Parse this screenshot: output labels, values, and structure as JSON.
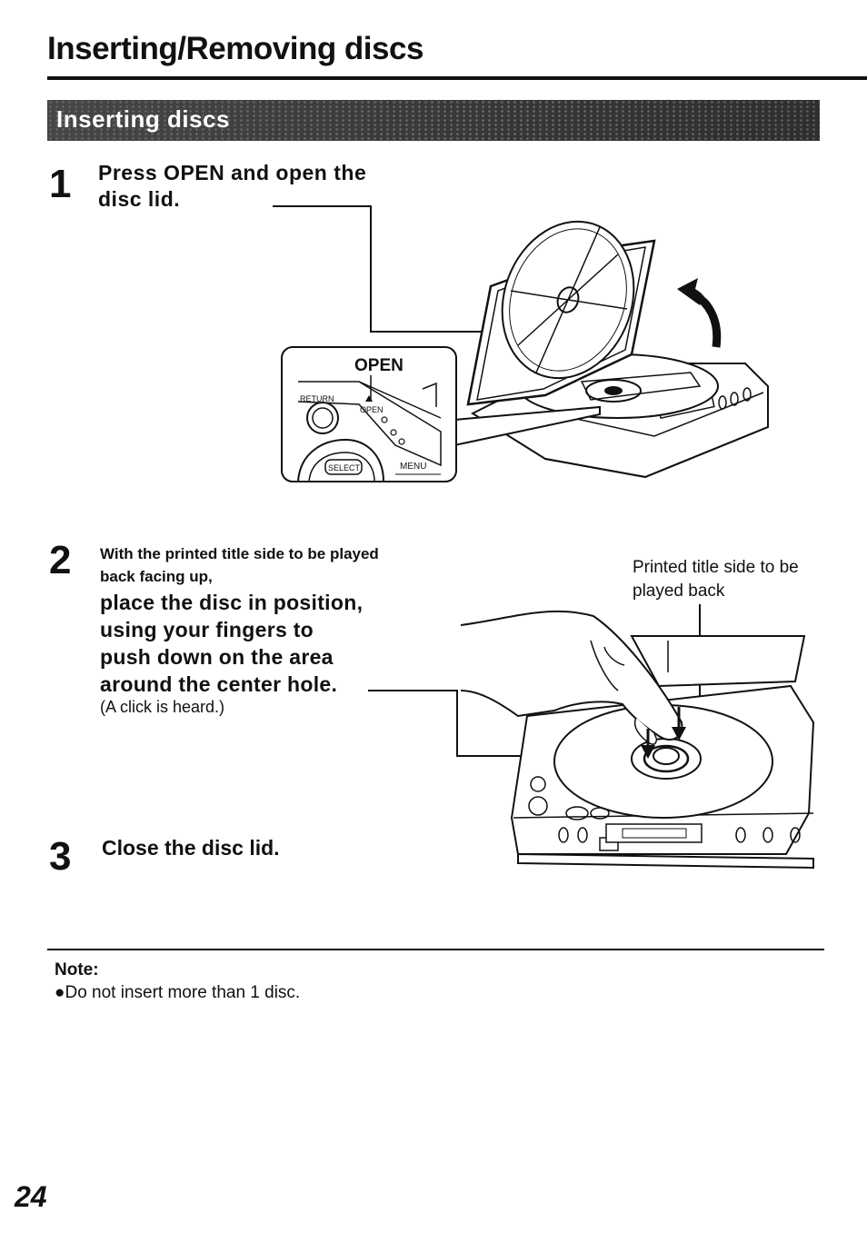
{
  "header": {
    "title": "Inserting/Removing discs"
  },
  "section": {
    "label": "Inserting discs"
  },
  "steps": [
    {
      "number": "1",
      "text": "Press OPEN and open the disc lid."
    },
    {
      "number": "2",
      "small_text": "With the printed title side to be played back facing up,",
      "main_text_lines": [
        "place the disc in position,",
        "using your fingers to",
        "push down on the area",
        "around the center hole."
      ],
      "sub_text": "(A click is heard.)"
    },
    {
      "number": "3",
      "text": "Close the disc lid."
    }
  ],
  "illustration1": {
    "callout_label": "OPEN",
    "button_labels": {
      "return": "RETURN",
      "open": "OPEN",
      "select": "SELECT",
      "menu": "MENU"
    }
  },
  "illustration2": {
    "caption": "Printed title side to be played back"
  },
  "note": {
    "label": "Note:",
    "items": [
      "●Do not insert more than 1 disc."
    ]
  },
  "page_number": "24"
}
